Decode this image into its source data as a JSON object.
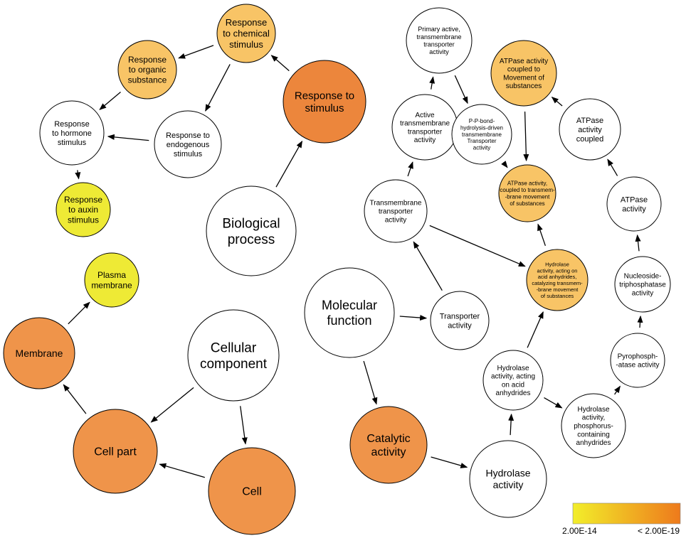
{
  "nodes": [
    {
      "id": "biological-process",
      "label": [
        "Biological",
        "process"
      ],
      "fill": "#ffffff"
    },
    {
      "id": "response-to-stimulus",
      "label": [
        "Response to",
        "stimulus"
      ],
      "fill": "#ec863c"
    },
    {
      "id": "response-to-chemical-stimulus",
      "label": [
        "Response",
        "to chemical",
        "stimulus"
      ],
      "fill": "#f8c466"
    },
    {
      "id": "response-to-organic-substance",
      "label": [
        "Response",
        "to organic",
        "substance"
      ],
      "fill": "#f8c466"
    },
    {
      "id": "response-to-hormone-stimulus",
      "label": [
        "Response",
        "to hormone",
        "stimulus"
      ],
      "fill": "#ffffff"
    },
    {
      "id": "response-to-endogenous-stimulus",
      "label": [
        "Response to",
        "endogenous",
        "stimulus"
      ],
      "fill": "#ffffff"
    },
    {
      "id": "response-to-auxin-stimulus",
      "label": [
        "Response",
        "to auxin",
        "stimulus"
      ],
      "fill": "#eeea35"
    },
    {
      "id": "cellular-component",
      "label": [
        "Cellular",
        "component"
      ],
      "fill": "#ffffff"
    },
    {
      "id": "plasma-membrane",
      "label": [
        "Plasma",
        "membrane"
      ],
      "fill": "#eeea35"
    },
    {
      "id": "membrane",
      "label": [
        "Membrane"
      ],
      "fill": "#ef944a"
    },
    {
      "id": "cell-part",
      "label": [
        "Cell part"
      ],
      "fill": "#ef944a"
    },
    {
      "id": "cell",
      "label": [
        "Cell"
      ],
      "fill": "#ef944a"
    },
    {
      "id": "molecular-function",
      "label": [
        "Molecular",
        "function"
      ],
      "fill": "#ffffff"
    },
    {
      "id": "transporter-activity",
      "label": [
        "Transporter",
        "activity"
      ],
      "fill": "#ffffff"
    },
    {
      "id": "catalytic-activity",
      "label": [
        "Catalytic",
        "activity"
      ],
      "fill": "#ef944a"
    },
    {
      "id": "hydrolase-activity",
      "label": [
        "Hydrolase",
        "activity"
      ],
      "fill": "#ffffff"
    },
    {
      "id": "transmembrane-transporter-activity",
      "label": [
        "Transmembrane",
        "transporter",
        "activity"
      ],
      "fill": "#ffffff"
    },
    {
      "id": "active-transmembrane-transporter-activity",
      "label": [
        "Active",
        "transmembrane",
        "transporter",
        "activity"
      ],
      "fill": "#ffffff"
    },
    {
      "id": "primary-active-transmembrane-transporter-activity",
      "label": [
        "Primary active,",
        "transmembrane",
        "transporter",
        "activity"
      ],
      "fill": "#ffffff"
    },
    {
      "id": "p-p-bond-hydrolysis-driven-transmembrane-transporter-activity",
      "label": [
        "P-P-bond-",
        "hydrolysis-driven",
        "transmembrane",
        "Transporter",
        "activity"
      ],
      "fill": "#ffffff"
    },
    {
      "id": "atpase-activity-coupled-to-movement-of-substances",
      "label": [
        "ATPase activity",
        "coupled to",
        "Movement of",
        "substances"
      ],
      "fill": "#f8c466"
    },
    {
      "id": "atpase-activity-coupled-to-transmembrane-movement-of-substances",
      "label": [
        "ATPase activity,",
        "coupled to transmem-",
        "-brane  movement",
        "of substances"
      ],
      "fill": "#f8c466"
    },
    {
      "id": "atpase-activity-coupled",
      "label": [
        "ATPase",
        "activity",
        "coupled"
      ],
      "fill": "#ffffff"
    },
    {
      "id": "atpase-activity",
      "label": [
        "ATPase",
        "activity"
      ],
      "fill": "#ffffff"
    },
    {
      "id": "nucleoside-triphosphatase-activity",
      "label": [
        "Nucleoside-",
        "triphosphatase",
        "activity"
      ],
      "fill": "#ffffff"
    },
    {
      "id": "hydrolase-activity-catalyzing-transmembrane-movement",
      "label": [
        "Hydrolase",
        "activity, acting on",
        "acid anhydrides,",
        "catalyzing transmem-",
        "-brane movement",
        "of substances"
      ],
      "fill": "#f8c466"
    },
    {
      "id": "pyrophosphatase-activity",
      "label": [
        "Pyrophosph-",
        "-atase activity"
      ],
      "fill": "#ffffff"
    },
    {
      "id": "hydrolase-activity-acting-on-acid-anhydrides",
      "label": [
        "Hydrolase",
        "activity, acting",
        "on acid",
        "anhydrides"
      ],
      "fill": "#ffffff"
    },
    {
      "id": "hydrolase-activity-phosphorus-containing-anhydrides",
      "label": [
        "Hydrolase",
        "activity,",
        "phosphorus-",
        "containing",
        "anhydrides"
      ],
      "fill": "#ffffff"
    }
  ],
  "edges": [
    [
      "biological-process",
      "response-to-stimulus"
    ],
    [
      "response-to-stimulus",
      "response-to-chemical-stimulus"
    ],
    [
      "response-to-chemical-stimulus",
      "response-to-organic-substance"
    ],
    [
      "response-to-chemical-stimulus",
      "response-to-endogenous-stimulus"
    ],
    [
      "response-to-organic-substance",
      "response-to-hormone-stimulus"
    ],
    [
      "response-to-endogenous-stimulus",
      "response-to-hormone-stimulus"
    ],
    [
      "response-to-hormone-stimulus",
      "response-to-auxin-stimulus"
    ],
    [
      "cellular-component",
      "cell-part"
    ],
    [
      "cellular-component",
      "cell"
    ],
    [
      "cell",
      "cell-part"
    ],
    [
      "cell-part",
      "membrane"
    ],
    [
      "membrane",
      "plasma-membrane"
    ],
    [
      "molecular-function",
      "transporter-activity"
    ],
    [
      "molecular-function",
      "catalytic-activity"
    ],
    [
      "catalytic-activity",
      "hydrolase-activity"
    ],
    [
      "transporter-activity",
      "transmembrane-transporter-activity"
    ],
    [
      "transmembrane-transporter-activity",
      "active-transmembrane-transporter-activity"
    ],
    [
      "transmembrane-transporter-activity",
      "hydrolase-activity-catalyzing-transmembrane-movement"
    ],
    [
      "active-transmembrane-transporter-activity",
      "primary-active-transmembrane-transporter-activity"
    ],
    [
      "primary-active-transmembrane-transporter-activity",
      "p-p-bond-hydrolysis-driven-transmembrane-transporter-activity"
    ],
    [
      "p-p-bond-hydrolysis-driven-transmembrane-transporter-activity",
      "atpase-activity-coupled-to-transmembrane-movement-of-substances"
    ],
    [
      "atpase-activity-coupled-to-movement-of-substances",
      "atpase-activity-coupled-to-transmembrane-movement-of-substances"
    ],
    [
      "hydrolase-activity",
      "hydrolase-activity-acting-on-acid-anhydrides"
    ],
    [
      "hydrolase-activity-acting-on-acid-anhydrides",
      "hydrolase-activity-catalyzing-transmembrane-movement"
    ],
    [
      "hydrolase-activity-acting-on-acid-anhydrides",
      "hydrolase-activity-phosphorus-containing-anhydrides"
    ],
    [
      "hydrolase-activity-catalyzing-transmembrane-movement",
      "atpase-activity-coupled-to-transmembrane-movement-of-substances"
    ],
    [
      "hydrolase-activity-phosphorus-containing-anhydrides",
      "pyrophosphatase-activity"
    ],
    [
      "pyrophosphatase-activity",
      "nucleoside-triphosphatase-activity"
    ],
    [
      "nucleoside-triphosphatase-activity",
      "atpase-activity"
    ],
    [
      "atpase-activity",
      "atpase-activity-coupled"
    ],
    [
      "atpase-activity-coupled",
      "atpase-activity-coupled-to-movement-of-substances"
    ]
  ],
  "legend": {
    "min_label": "2.00E-14",
    "max_label": "< 2.00E-19",
    "color_low": "#f2ee2a",
    "color_high": "#ee7a1c"
  }
}
